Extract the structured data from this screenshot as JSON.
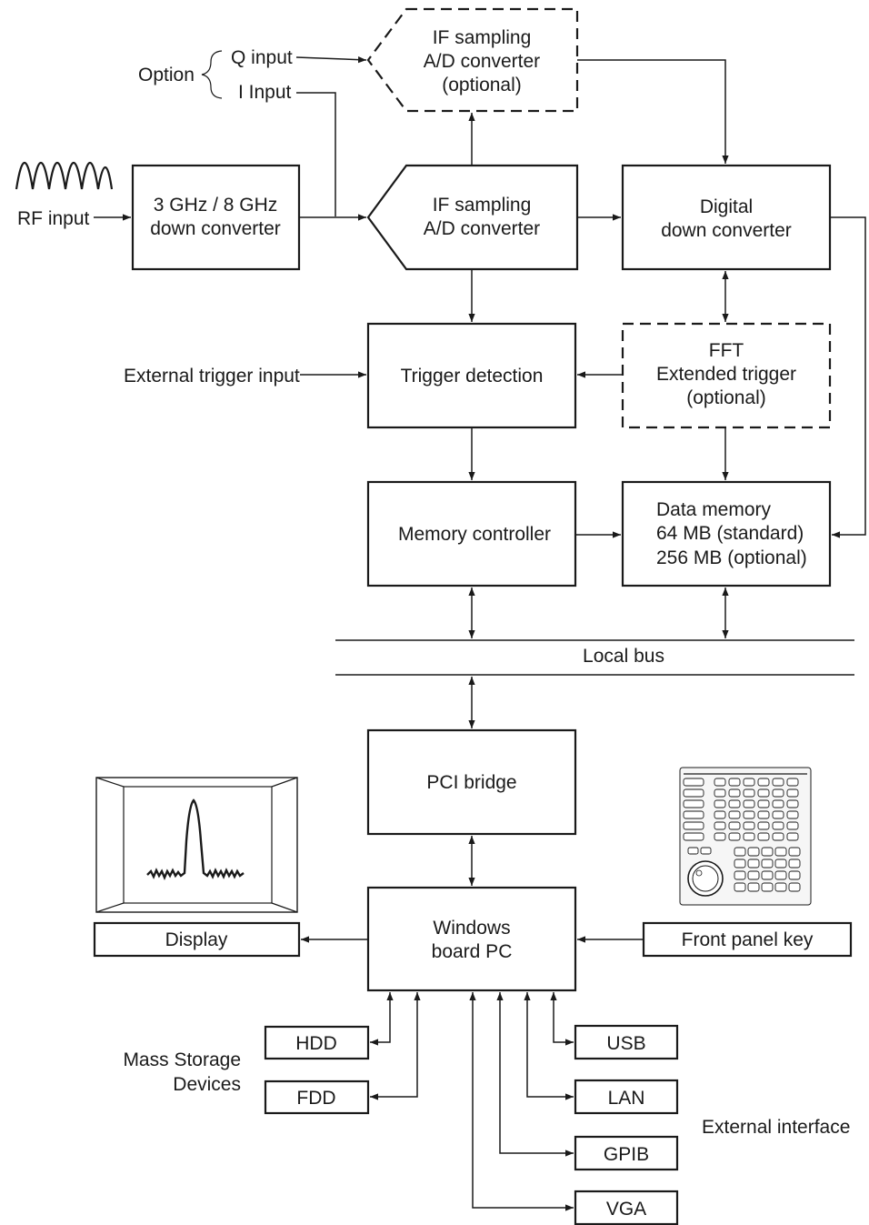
{
  "option": {
    "label": "Option",
    "q_input": "Q input",
    "i_input": "I Input"
  },
  "rf_input": "RF input",
  "blocks": {
    "down_converter": [
      "3 GHz / 8 GHz",
      "down converter"
    ],
    "if_adc_optional": [
      "IF sampling",
      "A/D converter",
      "(optional)"
    ],
    "if_adc": [
      "IF sampling",
      "A/D converter"
    ],
    "ddc": [
      "Digital",
      "down converter"
    ],
    "trigger_detection": "Trigger detection",
    "fft_trigger": [
      "FFT",
      "Extended trigger",
      "(optional)"
    ],
    "memory_controller": "Memory controller",
    "data_memory": [
      "Data memory",
      "64 MB (standard)",
      "256 MB (optional)"
    ],
    "pci_bridge": "PCI bridge",
    "windows_pc": [
      "Windows",
      "board PC"
    ],
    "display": "Display",
    "front_panel_key": "Front panel key",
    "hdd": "HDD",
    "fdd": "FDD",
    "usb": "USB",
    "lan": "LAN",
    "gpib": "GPIB",
    "vga": "VGA"
  },
  "external_trigger_input": "External trigger input",
  "local_bus": "Local bus",
  "mass_storage": [
    "Mass Storage",
    "Devices"
  ],
  "external_interface": "External interface",
  "colors": {
    "ink": "#1a1a1a",
    "background": "#ffffff"
  },
  "icons": [
    "rf-sine-wave-icon",
    "spectrum-display-icon",
    "front-panel-keypad-icon"
  ]
}
